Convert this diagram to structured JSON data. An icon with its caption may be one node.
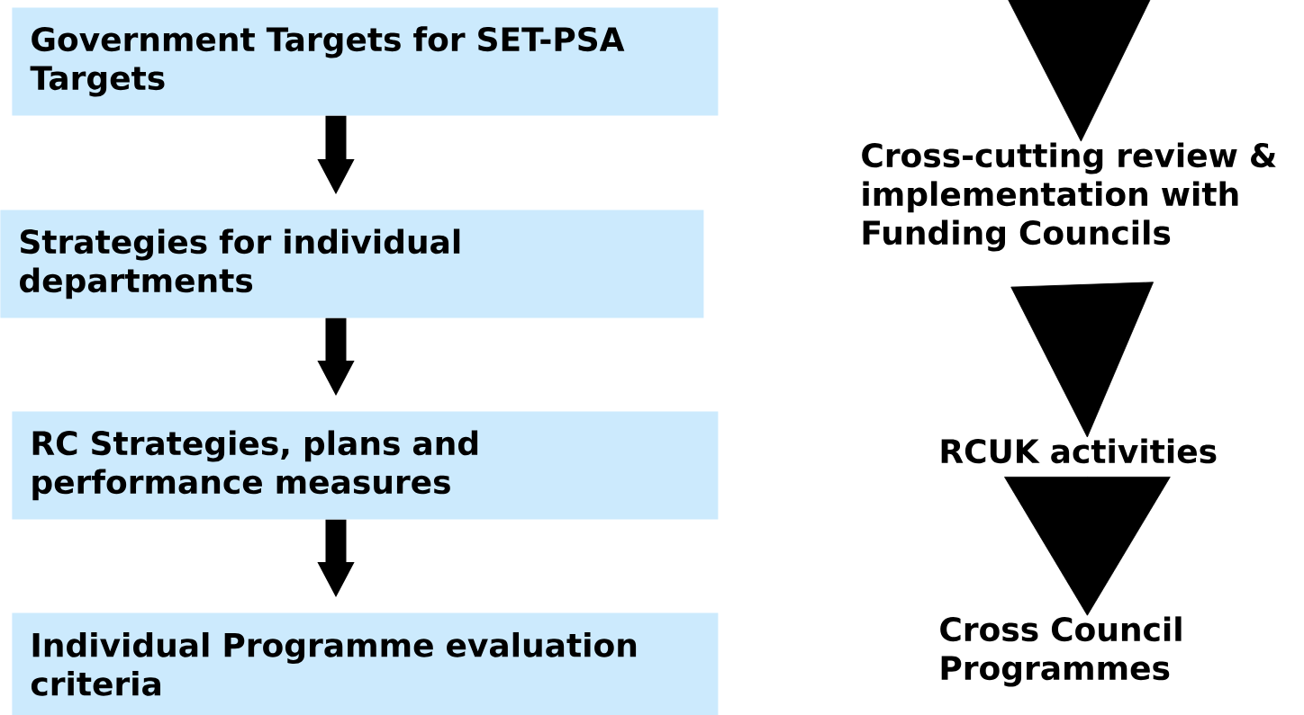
{
  "diagram": {
    "nodes": [
      {
        "text": [
          "Government Targets for SET-PSA Targets"
        ]
      },
      {
        "text": [
          "Strategies for individual departments"
        ]
      },
      {
        "text": [
          "RC Strategies, plans and performance measures"
        ]
      },
      {
        "text": [
          "Individual Programme evaluation criteria"
        ]
      },
      {
        "text": [
          "Cross-cutting review & implementation with Funding Councils"
        ]
      },
      {
        "text": [
          "RCUK activities"
        ]
      },
      {
        "text": [
          "Cross Council Programmes"
        ]
      }
    ],
    "edges": [
      {
        "from": 0,
        "to": 1,
        "arrow": "to"
      },
      {
        "from": 1,
        "to": 2,
        "arrow": "to"
      },
      {
        "from": 2,
        "to": 3,
        "arrow": "to"
      },
      {
        "from": null,
        "to": 4,
        "arrow": "to"
      },
      {
        "from": 4,
        "to": 5,
        "arrow": "to"
      },
      {
        "from": 5,
        "to": 6,
        "arrow": "to"
      }
    ]
  }
}
